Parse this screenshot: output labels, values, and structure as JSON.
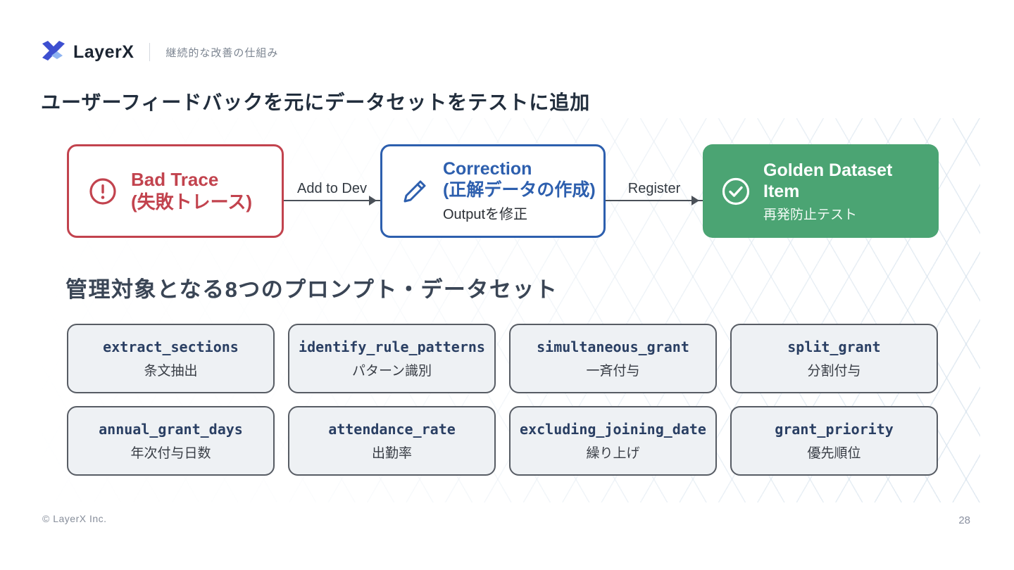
{
  "header": {
    "brand": "LayerX",
    "subtitle": "継続的な改善の仕組み"
  },
  "title": "ユーザーフィードバックを元にデータセットをテストに追加",
  "flow": {
    "bad_trace": {
      "title": "Bad Trace",
      "subtitle": "(失敗トレース)",
      "icon": "alert-circle-icon"
    },
    "arrow1_label": "Add to Dev",
    "correction": {
      "title": "Correction",
      "subtitle": "(正解データの作成)",
      "note": "Outputを修正",
      "icon": "pencil-icon"
    },
    "arrow2_label": "Register",
    "golden_dataset": {
      "title": "Golden Dataset Item",
      "note": "再発防止テスト",
      "icon": "check-circle-icon"
    }
  },
  "section_title": "管理対象となる8つのプロンプト・データセット",
  "datasets": [
    {
      "name": "extract_sections",
      "label": "条文抽出"
    },
    {
      "name": "identify_rule_patterns",
      "label": "パターン識別"
    },
    {
      "name": "simultaneous_grant",
      "label": "一斉付与"
    },
    {
      "name": "split_grant",
      "label": "分割付与"
    },
    {
      "name": "annual_grant_days",
      "label": "年次付与日数"
    },
    {
      "name": "attendance_rate",
      "label": "出勤率"
    },
    {
      "name": "excluding_joining_date",
      "label": "繰り上げ"
    },
    {
      "name": "grant_priority",
      "label": "優先順位"
    }
  ],
  "footer": {
    "copyright": "© LayerX Inc.",
    "page": "28"
  },
  "colors": {
    "red": "#c2434e",
    "blue": "#2d5fae",
    "green": "#4ba473",
    "dark": "#222e3d",
    "slate": "#3a4555",
    "navy": "#2a3f63",
    "box-bg": "#eef1f4",
    "box-border": "#575c64",
    "gray": "#868d9a",
    "logo-dark-blue": "#3d4fd0",
    "logo-light-blue": "#8fb4f2"
  }
}
